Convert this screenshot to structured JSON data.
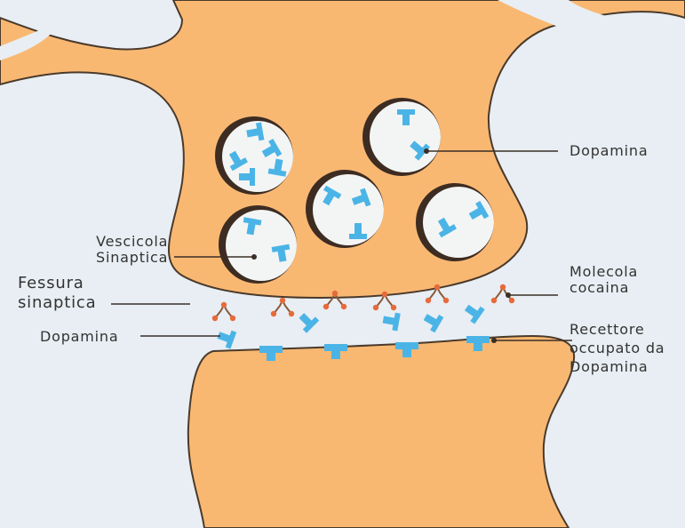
{
  "labels": {
    "dopamina_vesicle": "Dopamina",
    "vescicola": [
      "Vescicola",
      "Sinaptica"
    ],
    "fessura": [
      "Fessura",
      "sinaptica"
    ],
    "dopamina_cleft": "Dopamina",
    "molecola": [
      "Molecola",
      "cocaina"
    ],
    "recettore": [
      "Recettore",
      "occupato da",
      "Dopamina"
    ]
  },
  "colors": {
    "background": "#e8eef3",
    "neuron": "#f9b872",
    "neuron_outline": "#4a3a2c",
    "vesicle_fill": "#f3f5f4",
    "vesicle_rim": "#3d2c22",
    "dopamine": "#4bb4e6",
    "cocaine_bond": "#8a5a3a",
    "cocaine_atom": "#e86a3a",
    "leader_line": "#3a2e26"
  },
  "icons": {
    "dopamine": "dopamine-molecule-icon",
    "cocaine": "cocaine-molecule-icon",
    "receptor": "receptor-icon"
  }
}
